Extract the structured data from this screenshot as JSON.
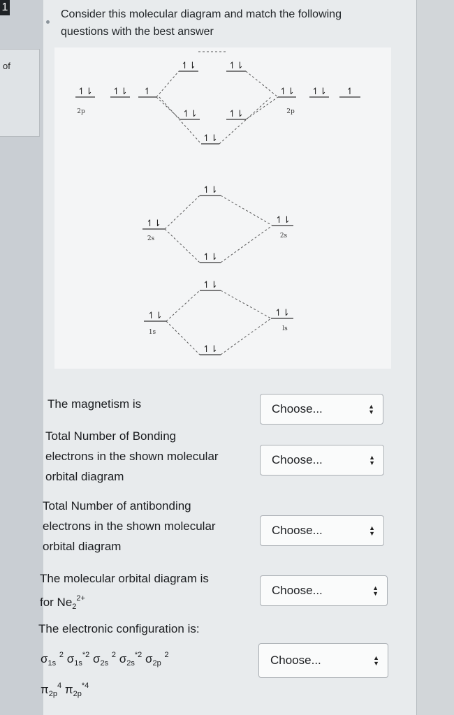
{
  "question_number": "1",
  "sidebar": {
    "label": "of"
  },
  "prompt": "Consider this molecular diagram and match the following questions with the best answer",
  "diagram": {
    "labels_left": {
      "p": "2p",
      "s": "2s",
      "one_s": "1s"
    },
    "labels_right": {
      "p": "2p",
      "s": "2s",
      "one_s": "ls"
    },
    "paired_arrow": "↿⇂",
    "single_arrow": "↿"
  },
  "questions": [
    {
      "text_lines": [
        "The magnetism is"
      ],
      "select": "Choose..."
    },
    {
      "text_lines": [
        "Total Number of Bonding",
        "electrons in the shown molecular",
        "orbital diagram"
      ],
      "select": "Choose..."
    },
    {
      "text_lines": [
        "Total Number of antibonding",
        "electrons in the shown molecular",
        "orbital diagram"
      ],
      "select": "Choose..."
    },
    {
      "text_lines": [
        "The molecular orbital diagram is"
      ],
      "text_formula": "for Ne",
      "formula_sub": "2",
      "formula_sup": "2+",
      "select": "Choose..."
    },
    {
      "text_lines": [
        "The electronic configuration is:"
      ],
      "select": "Choose..."
    }
  ],
  "config": {
    "line1": [
      {
        "base": "σ",
        "sub": "1s",
        "sup": "2"
      },
      {
        "base": "σ",
        "sub": "1s",
        "sup": "*2"
      },
      {
        "base": "σ",
        "sub": "2s",
        "sup": "2"
      },
      {
        "base": "σ",
        "sub": "2s",
        "sup": "*2"
      },
      {
        "base": "σ",
        "sub": "2p",
        "sup": "2"
      }
    ],
    "line2": [
      {
        "base": "π",
        "sub": "2p",
        "sup": "4"
      },
      {
        "base": "π",
        "sub": "2p",
        "sup": "*4"
      }
    ]
  },
  "select_arrow": "▲▼",
  "colors": {
    "background": "#c9ced3",
    "card": "#e8ebed",
    "diagram_bg": "#f4f5f6"
  }
}
